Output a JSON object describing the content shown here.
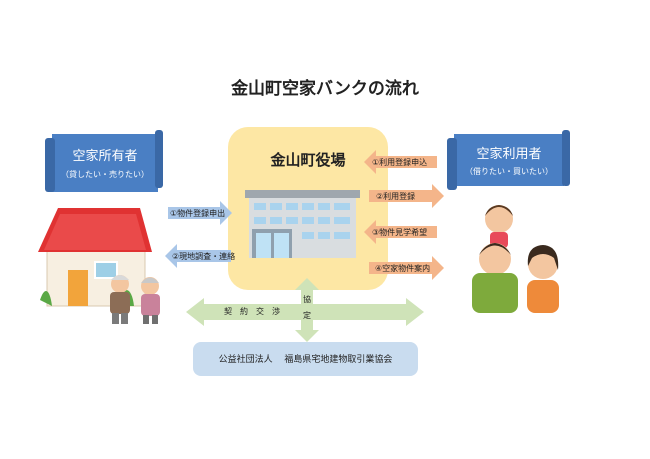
{
  "title": "金山町空家バンクの流れ",
  "office": {
    "name": "金山町役場"
  },
  "owner_banner": {
    "main": "空家所有者",
    "sub": "（貸したい・売りたい）"
  },
  "user_banner": {
    "main": "空家利用者",
    "sub": "（借りたい・買いたい）"
  },
  "arrows": {
    "apply_register": "①物件登録申出",
    "site_survey": "②現地調査・連絡",
    "user_apply": "①利用登録申込",
    "user_register": "②利用登録",
    "viewing_request": "③物件見学希望",
    "property_guide": "④空家物件案内"
  },
  "contract": {
    "label": "契　約　交　渉"
  },
  "agreement": {
    "label": [
      "協",
      "定"
    ]
  },
  "association": {
    "name": "公益社団法人　 福島県宅地建物取引業協会"
  },
  "colors": {
    "banner_blue": "#4a7fc4",
    "office_yellow": "#fde7a4",
    "arrow_blue": "#a9c6e8",
    "arrow_orange": "#f4b58a",
    "contract_green": "#cfe3b8",
    "association_blue": "#c9dcef"
  },
  "icons": [
    "house-icon",
    "elderly-couple-icon",
    "family-icon",
    "building-icon"
  ]
}
